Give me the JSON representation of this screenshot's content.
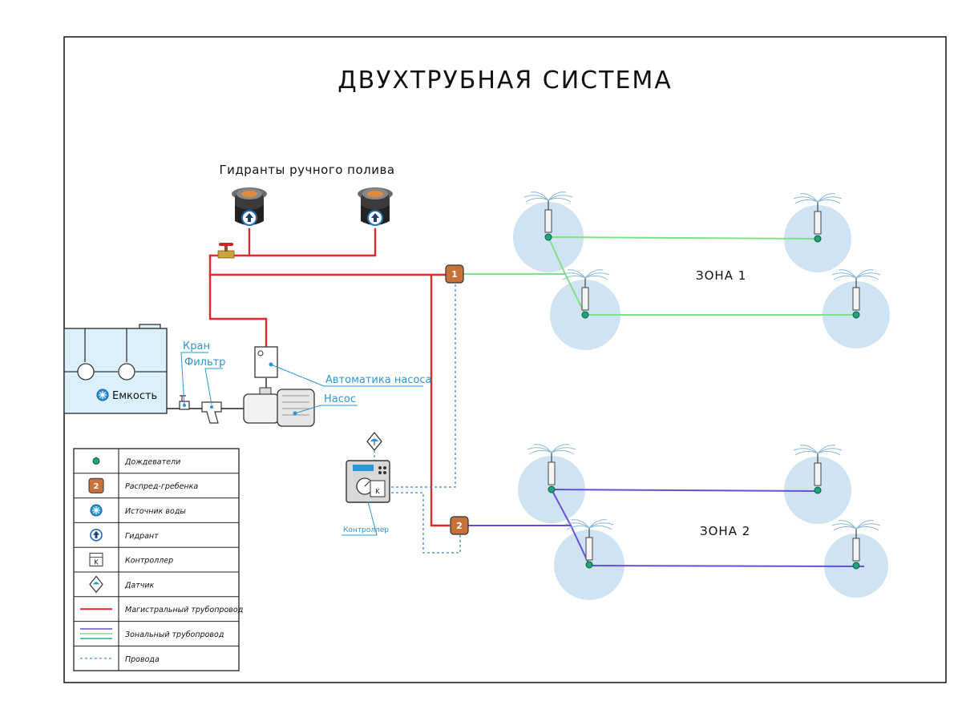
{
  "title": "ДВУХТРУБНАЯ СИСТЕМА",
  "hydrants_label": "Гидранты ручного полива",
  "zones": {
    "zone1": "ЗОНА 1",
    "zone2": "ЗОНА 2"
  },
  "manifolds": {
    "m1": "1",
    "m2": "2"
  },
  "callouts": {
    "tap": "Кран",
    "filter": "Фильтр",
    "pump_automation": "Автоматика насоса",
    "pump": "Насос",
    "tank": "Емкость",
    "controller": "Контроллер",
    "controller_key": "K"
  },
  "legend": {
    "items": [
      {
        "symbol": "sprinkler-icon",
        "label": "Дождеватели"
      },
      {
        "symbol": "manifold-icon",
        "label": "Распред-гребенка",
        "badge": "2"
      },
      {
        "symbol": "water-source-icon",
        "label": "Источник воды"
      },
      {
        "symbol": "hydrant-icon",
        "label": "Гидрант"
      },
      {
        "symbol": "controller-icon",
        "label": "Контроллер",
        "badge": "K"
      },
      {
        "symbol": "sensor-icon",
        "label": "Датчик"
      },
      {
        "symbol": "main-pipe-line",
        "label": "Магистральный трубопровод"
      },
      {
        "symbol": "zone-pipe-lines",
        "label": "Зональный трубопровод"
      },
      {
        "symbol": "wire-line",
        "label": "Провода"
      }
    ]
  },
  "colors": {
    "main_pipe": "#e5262b",
    "zone1_pipe": "#7ee08a",
    "zone2_pipe": "#6a4fd6",
    "wire": "#3d7fd0",
    "manifold": "#c8713a",
    "sprinkler": "#1fa37a",
    "coverage": "#cfe3f2",
    "callout": "#2a96d4",
    "tank_fill": "#dcf0fb"
  }
}
